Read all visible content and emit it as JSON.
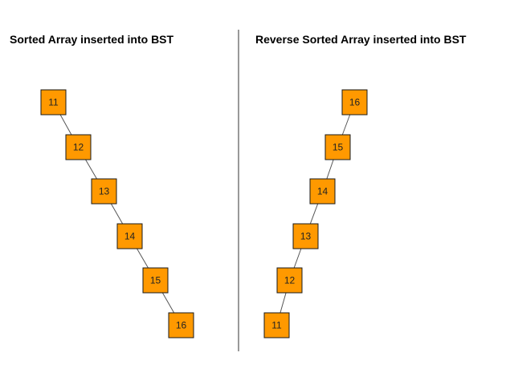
{
  "colors": {
    "node_fill": "#ff9900",
    "node_stroke": "#1a1a1a",
    "edge": "#555555",
    "divider": "#333333"
  },
  "panels": [
    {
      "title": "Sorted Array inserted into BST",
      "nodes": [
        "11",
        "12",
        "13",
        "14",
        "15",
        "16"
      ],
      "edges": [
        [
          "11",
          "12"
        ],
        [
          "12",
          "13"
        ],
        [
          "13",
          "14"
        ],
        [
          "14",
          "15"
        ],
        [
          "15",
          "16"
        ]
      ]
    },
    {
      "title": "Reverse Sorted Array inserted into BST",
      "nodes": [
        "16",
        "15",
        "14",
        "13",
        "12",
        "11"
      ],
      "edges": [
        [
          "16",
          "15"
        ],
        [
          "15",
          "14"
        ],
        [
          "14",
          "13"
        ],
        [
          "13",
          "12"
        ],
        [
          "12",
          "11"
        ]
      ]
    }
  ]
}
